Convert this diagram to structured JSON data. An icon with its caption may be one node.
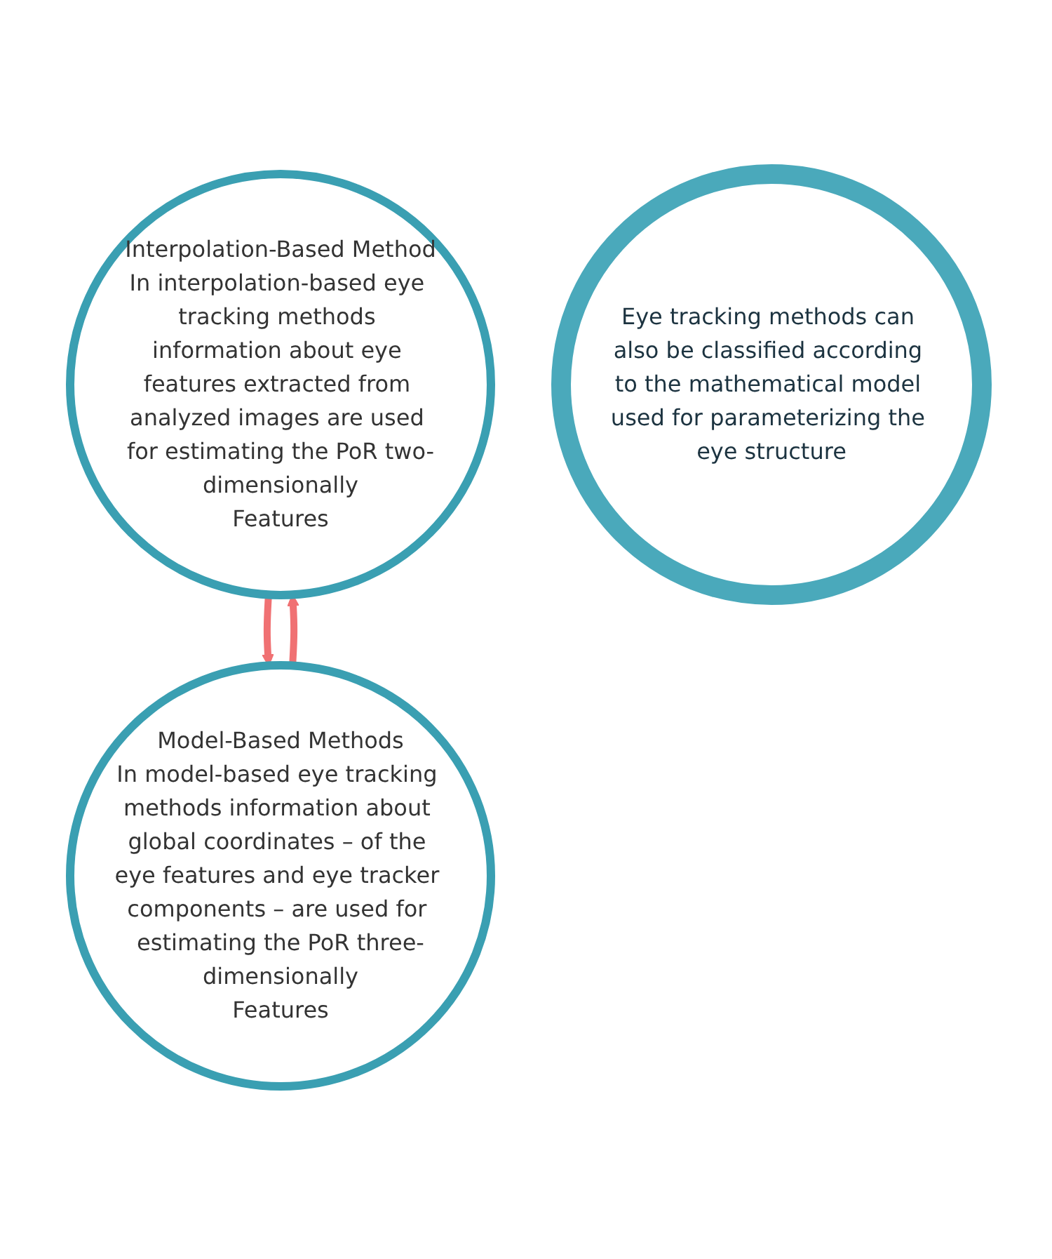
{
  "diagram": {
    "nodes": [
      {
        "text": [
          "Interpolation-Based Method",
          "In interpolation-based eye tracking methods information about eye features extracted from analyzed images are used for estimating the PoR two-dimensionally",
          "Features"
        ]
      },
      {
        "text": [
          "Eye tracking methods can also be classified according to the mathematical model used for parameterizing the eye structure"
        ]
      },
      {
        "text": [
          "Model-Based Methods",
          "In model-based eye tracking methods information about global coordinates – of the eye features and eye tracker components – are used for estimating the PoR three-dimensionally",
          "Features"
        ]
      }
    ],
    "edges": [
      {
        "from": 2,
        "to": 0,
        "arrow": "to"
      },
      {
        "from": 0,
        "to": 2,
        "arrow": "to"
      }
    ]
  }
}
